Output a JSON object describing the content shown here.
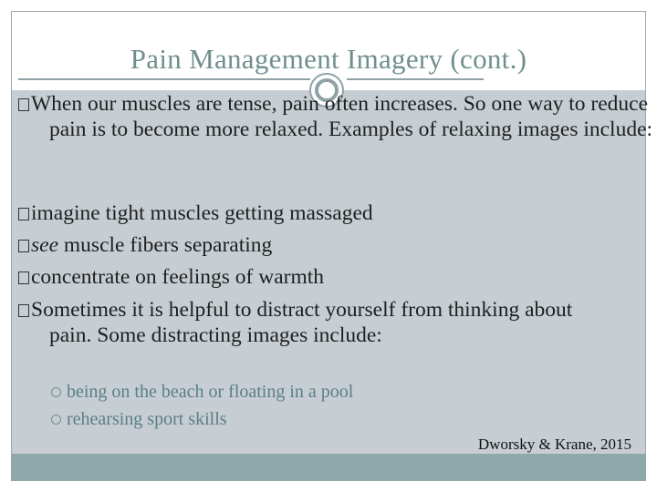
{
  "slide": {
    "title": "Pain Management Imagery (cont.)",
    "bullet_marker": "�",
    "points": [
      "When our muscles are tense, pain often increases. So one way to reduce pain is to become more relaxed. Examples of relaxing images include:",
      "imagine tight muscles getting massaged",
      "see",
      " muscle fibers separating",
      "concentrate on feelings of warmth",
      "Sometimes it is helpful to distract yourself from thinking about pain. Some distracting images include:"
    ],
    "sub_points": [
      "being on the beach or floating in a pool",
      "rehearsing sport skills"
    ],
    "citation": "Dworsky & Krane, 2015"
  }
}
